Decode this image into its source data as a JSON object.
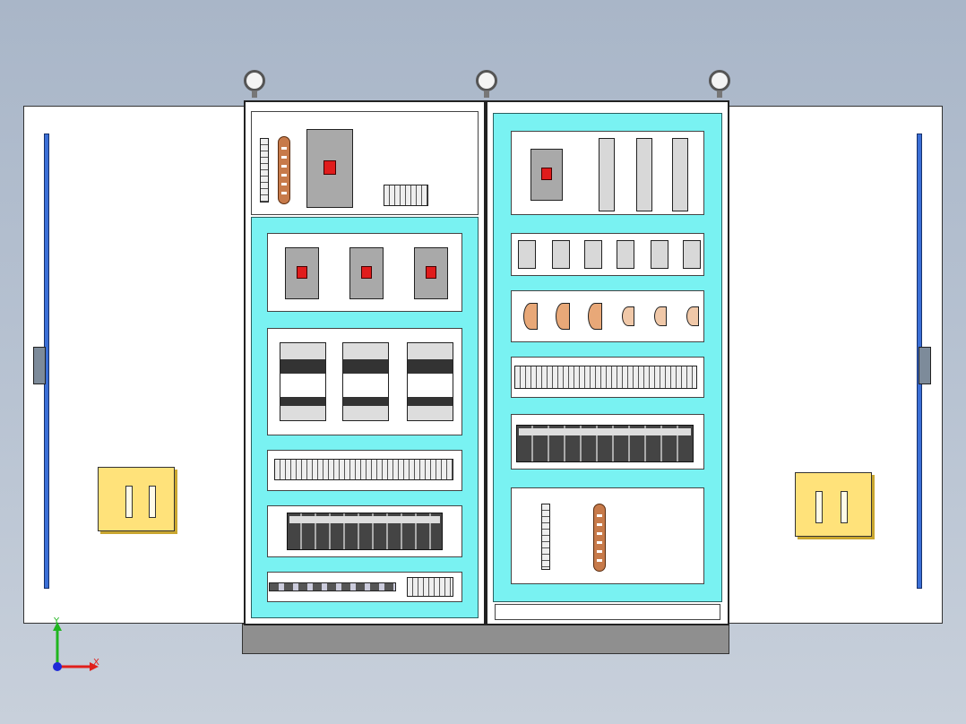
{
  "scene": {
    "view": "front-elevation",
    "object": "double-door-electrical-cabinet",
    "colors": {
      "background": "#b8c3d2",
      "door": "#ffffff",
      "mount_frame": "#79f2f2",
      "breaker_body": "#a9a9a9",
      "trip_button": "#e01c1c",
      "lock": "#ffe27a",
      "handle": "#3b6fd6",
      "plinth": "#8f8f8f",
      "copper_bar": "#c77a4a"
    }
  },
  "triad": {
    "x_label": "X",
    "y_label": "Y",
    "x_color": "#e0201c",
    "y_color": "#1fb51f",
    "origin_color": "#1e2ad8"
  },
  "left_panel": {
    "rows": [
      {
        "name": "incoming",
        "devices": [
          "main-breaker",
          "terminal-strip",
          "copper-bus"
        ]
      },
      {
        "name": "mccb-row",
        "devices": [
          "breaker",
          "breaker",
          "breaker"
        ]
      },
      {
        "name": "contactor-row",
        "devices": [
          "contactor",
          "contactor",
          "contactor"
        ]
      },
      {
        "name": "terminal-row",
        "devices": [
          "terminal-block"
        ]
      },
      {
        "name": "relay-row",
        "devices": [
          "relay-bank"
        ]
      },
      {
        "name": "bottom-rail",
        "devices": [
          "terminal-block"
        ]
      }
    ]
  },
  "right_panel": {
    "rows": [
      {
        "name": "incoming",
        "devices": [
          "breaker",
          "fuse-holder",
          "fuse-holder",
          "fuse-holder"
        ]
      },
      {
        "name": "mcb-row",
        "devices": [
          "mcb",
          "mcb",
          "mcb",
          "mcb",
          "mcb",
          "mcb"
        ]
      },
      {
        "name": "indicator-row",
        "devices": [
          "lamp",
          "lamp",
          "lamp",
          "lamp",
          "lamp",
          "lamp"
        ]
      },
      {
        "name": "terminal-row",
        "devices": [
          "terminal-block"
        ]
      },
      {
        "name": "relay-row",
        "devices": [
          "relay-bank"
        ]
      },
      {
        "name": "ground-row",
        "devices": [
          "terminal-strip",
          "copper-bus"
        ]
      }
    ]
  }
}
